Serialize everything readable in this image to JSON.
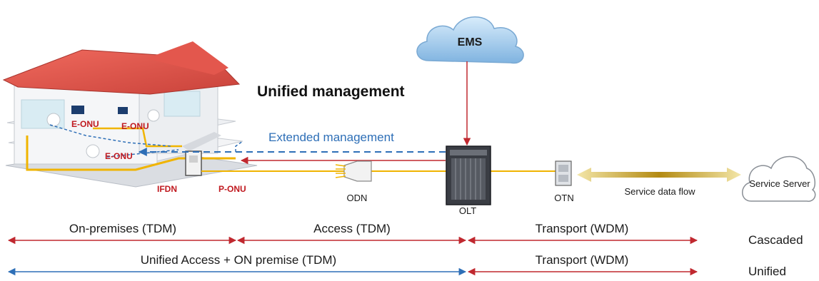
{
  "title": "Unified management",
  "ems": {
    "label": "EMS"
  },
  "extended_management": {
    "label": "Extended management"
  },
  "house": {
    "onu_labels": [
      "E-ONU",
      "E-ONU",
      "E-ONU"
    ],
    "ifdn_label": "IFDN",
    "p_onu_label": "P-ONU"
  },
  "odn": {
    "label": "ODN"
  },
  "olt": {
    "label": "OLT"
  },
  "otn": {
    "label": "OTN"
  },
  "service_flow": {
    "label": "Service data flow"
  },
  "service_server": {
    "label": "Service Server"
  },
  "segments": {
    "cascaded": {
      "on_premises": "On-premises (TDM)",
      "access": "Access (TDM)",
      "transport": "Transport (WDM)",
      "label": "Cascaded"
    },
    "unified": {
      "access_on_premise": "Unified Access + ON premise  (TDM)",
      "transport": "Transport (WDM)",
      "label": "Unified"
    }
  },
  "colors": {
    "management_red": "#c0282f",
    "extended_blue": "#2e6fb7",
    "fiber_yellow": "#f0b400",
    "roof_red": "#e0524a",
    "cloud_blue": "#7fb3e0",
    "onu_label_red": "#c0191f"
  }
}
